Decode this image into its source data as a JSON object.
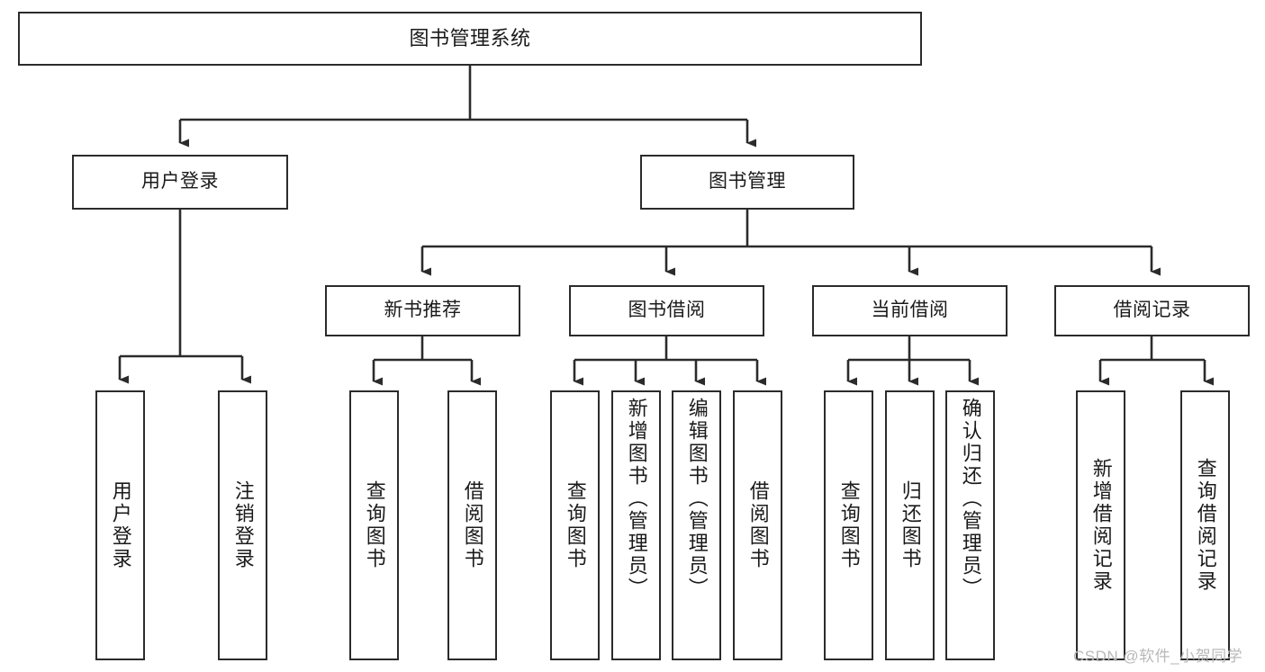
{
  "diagram": {
    "title": "图书管理系统",
    "type": "tree-hierarchy",
    "colors": {
      "stroke": "#2b2b2b",
      "fill": "#ffffff",
      "text": "#1a1a1a",
      "watermark": "#b9b9b9"
    },
    "levels": [
      {
        "level": 1,
        "nodes": [
          {
            "id": "root",
            "label": "图书管理系统"
          }
        ]
      },
      {
        "level": 2,
        "nodes": [
          {
            "id": "user-login",
            "label": "用户登录",
            "parent": "root"
          },
          {
            "id": "book-manage",
            "label": "图书管理",
            "parent": "root"
          }
        ]
      },
      {
        "level": 3,
        "nodes": [
          {
            "id": "new-book-rec",
            "label": "新书推荐",
            "parent": "book-manage"
          },
          {
            "id": "book-borrow",
            "label": "图书借阅",
            "parent": "book-manage"
          },
          {
            "id": "current-borrow",
            "label": "当前借阅",
            "parent": "book-manage"
          },
          {
            "id": "borrow-record",
            "label": "借阅记录",
            "parent": "book-manage"
          }
        ]
      },
      {
        "level": 4,
        "nodes": [
          {
            "id": "leaf-1",
            "label": "用户登录",
            "parent": "user-login"
          },
          {
            "id": "leaf-2",
            "label": "注销登录",
            "parent": "user-login"
          },
          {
            "id": "leaf-3",
            "label": "查询图书",
            "parent": "new-book-rec"
          },
          {
            "id": "leaf-4",
            "label": "借阅图书",
            "parent": "new-book-rec"
          },
          {
            "id": "leaf-5",
            "label": "查询图书",
            "parent": "book-borrow"
          },
          {
            "id": "leaf-6",
            "label": "新增图书（管理员）",
            "parent": "book-borrow"
          },
          {
            "id": "leaf-7",
            "label": "编辑图书（管理员）",
            "parent": "book-borrow"
          },
          {
            "id": "leaf-8",
            "label": "借阅图书",
            "parent": "book-borrow"
          },
          {
            "id": "leaf-9",
            "label": "查询图书",
            "parent": "current-borrow"
          },
          {
            "id": "leaf-10",
            "label": "归还图书",
            "parent": "current-borrow"
          },
          {
            "id": "leaf-11",
            "label": "确认归还（管理员）",
            "parent": "current-borrow"
          },
          {
            "id": "leaf-12",
            "label": "新增借阅记录",
            "parent": "borrow-record"
          },
          {
            "id": "leaf-13",
            "label": "查询借阅记录",
            "parent": "borrow-record"
          }
        ]
      }
    ]
  },
  "watermark": {
    "text": "CSDN @软件_小贺同学"
  }
}
